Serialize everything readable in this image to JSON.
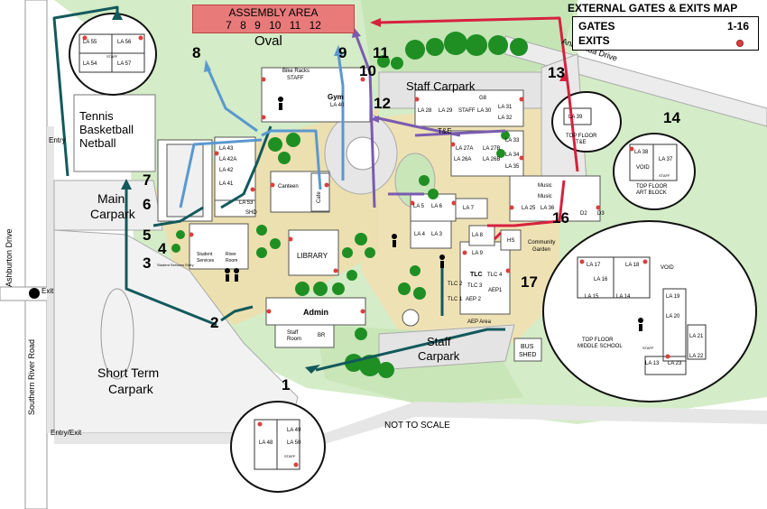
{
  "legend": {
    "title": "EXTERNAL GATES & EXITS MAP",
    "gates_label": "GATES",
    "gates_range": "1-16",
    "exits_label": "EXITS",
    "exit_color": "#d84040"
  },
  "assembly": {
    "title": "ASSEMBLY AREA",
    "gates": "7 8 9 10 11 12",
    "color": "#e87a7a"
  },
  "areas": {
    "oval": "Oval",
    "staff_carpark_top": "Staff Carpark",
    "staff_carpark_bottom_1": "Staff",
    "staff_carpark_bottom_2": "Carpark",
    "tennis_1": "Tennis",
    "tennis_2": "Basketball",
    "tennis_3": "Netball",
    "main_carpark_1": "Main",
    "main_carpark_2": "Carpark",
    "short_term_1": "Short Term",
    "short_term_2": "Carpark",
    "entry": "Entry",
    "entry_exit": "Entry/Exit",
    "exit": "Exit",
    "not_to_scale": "NOT TO SCALE",
    "ashburton": "Ashburton Drive",
    "southern_river": "Southern River Road",
    "anaconda": "Anaconda Drive",
    "bus_shed_1": "BUS",
    "bus_shed_2": "SHED",
    "community_garden_1": "Community",
    "community_garden_2": "Garden"
  },
  "buildings": {
    "gym": "Gym",
    "la40": "LA 40",
    "bike_racks": "Bike Racks",
    "staff": "STAFF",
    "canteen": "Canteen",
    "cafe": "Cafe",
    "library": "LIBRARY",
    "admin": "Admin",
    "staff_room_1": "Staff",
    "staff_room_2": "Room",
    "br": "BR",
    "student_services_1": "Student",
    "student_services_2": "Services",
    "student_services_entry": "Student Services Entry",
    "river_room_1": "River",
    "river_room_2": "Room",
    "la53": "LA 53",
    "la43": "LA 43",
    "la42a": "LA 42A",
    "la42": "LA 42",
    "la41": "LA 41",
    "tlc": "TLC",
    "tlc4": "TLC 4",
    "tlc2": "TLC 2",
    "tlc3": "TLC 3",
    "tlc1": "TLC 1",
    "aep2": "AEP 2",
    "aep1": "AEP1",
    "aep_area": "AEP Area",
    "la4": "LA 4",
    "la3": "LA 3",
    "la5": "LA 5",
    "la6": "LA 6",
    "la7": "LA 7",
    "la8": "LA 8",
    "la9": "LA 9",
    "hs": "HS",
    "la28": "LA 28",
    "la29": "LA 29",
    "la30": "LA 30",
    "la31": "LA 31",
    "la32": "LA 32",
    "g8": "G8",
    "te": "T&E",
    "la26a": "LA 26A",
    "la26b": "LA 26B",
    "la27a": "LA 27A",
    "la27b": "LA 27B",
    "la33": "LA 33",
    "la34": "LA 34",
    "la35": "LA 35",
    "la25": "LA 25",
    "la36": "LA 36",
    "music": "Music",
    "d2": "D2",
    "d3": "D3",
    "shd": "SHD"
  },
  "gates": [
    "1",
    "2",
    "3",
    "4",
    "5",
    "6",
    "7",
    "8",
    "9",
    "10",
    "11",
    "12",
    "13",
    "14",
    "16",
    "17"
  ],
  "insets": {
    "top_left": [
      "LA 55",
      "LA 56",
      "LA 54",
      "LA 57",
      "STAFF"
    ],
    "top_floor_te": {
      "room": "LA 39",
      "caption_1": "TOP FLOOR",
      "caption_2": "T&E"
    },
    "top_floor_art": {
      "rooms": [
        "LA 38",
        "LA 37",
        "VOID",
        "STAFF"
      ],
      "caption_1": "TOP FLOOR",
      "caption_2": "ART BLOCK"
    },
    "middle_school": {
      "rooms": [
        "LA 17",
        "LA 18",
        "VOID",
        "LA 16",
        "LA 15",
        "LA 14",
        "LA 19",
        "LA 20",
        "LA 21",
        "LA 22",
        "LA 13",
        "LA 23",
        "STAFF"
      ],
      "caption_1": "TOP FLOOR",
      "caption_2": "MIDDLE SCHOOL"
    },
    "bottom": [
      "LA 49",
      "LA 48",
      "LA 50",
      "STAFF"
    ]
  },
  "route_colors": {
    "teal": "#13595c",
    "blue": "#5a98cf",
    "purple": "#7a5bb0",
    "red": "#d7213f"
  }
}
